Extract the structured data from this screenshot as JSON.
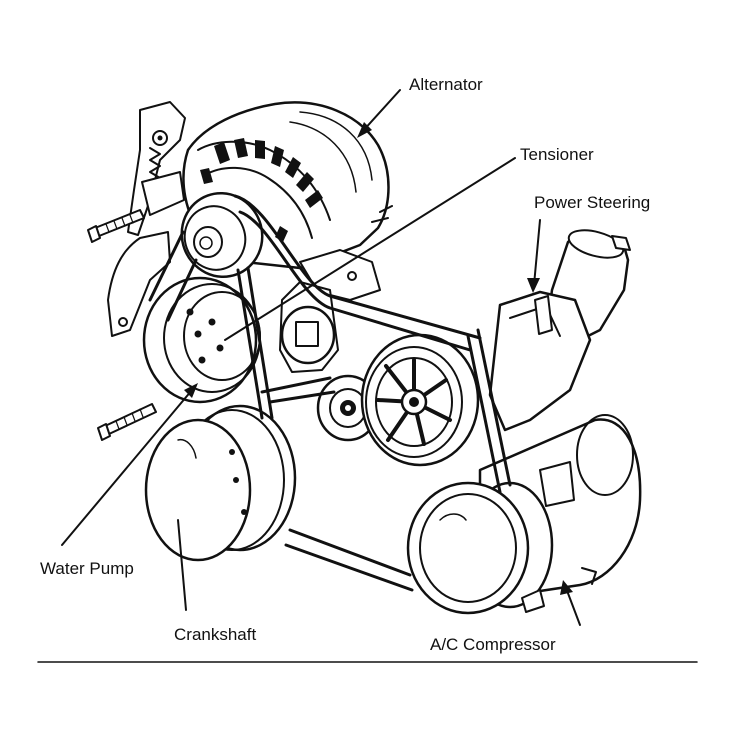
{
  "labels": {
    "alternator": "Alternator",
    "tensioner": "Tensioner",
    "power_steering": "Power Steering",
    "water_pump": "Water Pump",
    "crankshaft": "Crankshaft",
    "ac_compressor": "A/C Compressor"
  },
  "colors": {
    "ink": "#111111",
    "paper": "#ffffff"
  }
}
